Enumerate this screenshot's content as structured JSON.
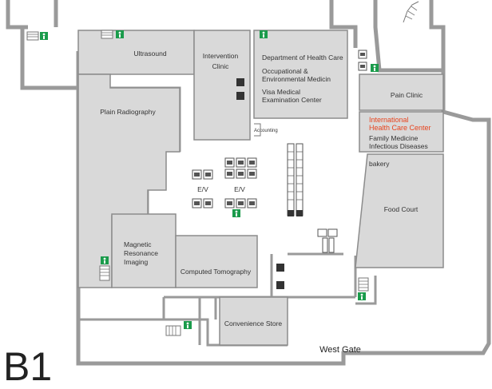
{
  "floor": "B1",
  "rooms": {
    "ultrasound": "Ultrasound",
    "intervention_clinic_1": "Intervention",
    "intervention_clinic_2": "Clinic",
    "dept_health_care": "Department of Health Care",
    "occupational_1": "Occupational &",
    "occupational_2": "Environmental Medicin",
    "visa_1": "Visa Medical",
    "visa_2": "Examination Center",
    "pain_clinic": "Pain Clinic",
    "intl_1": "International",
    "intl_2": "Health Care Center",
    "family_medicine": "Family Medicine",
    "infectious_diseases": "Infectious Diseases",
    "bakery": "bakery",
    "food_court": "Food Court",
    "plain_radiography": "Plain Radiography",
    "mri_1": "Magnetic",
    "mri_2": "Resonance",
    "mri_3": "Imaging",
    "computed_tomography": "Computed Tomography",
    "convenience_store": "Convenience Store",
    "accounting": "Accounting",
    "west_gate": "West Gate"
  },
  "elevator_labels": {
    "left": "E/V",
    "right": "E/V"
  },
  "colors": {
    "room_fill": "#d9d9d9",
    "highlight_text": "#e8441e",
    "exit_sign": "#1a9b4b"
  },
  "icons": [
    "emergency-exit-icon",
    "elevator-icon",
    "escalator-icon",
    "stairs-icon",
    "restroom-icon"
  ]
}
